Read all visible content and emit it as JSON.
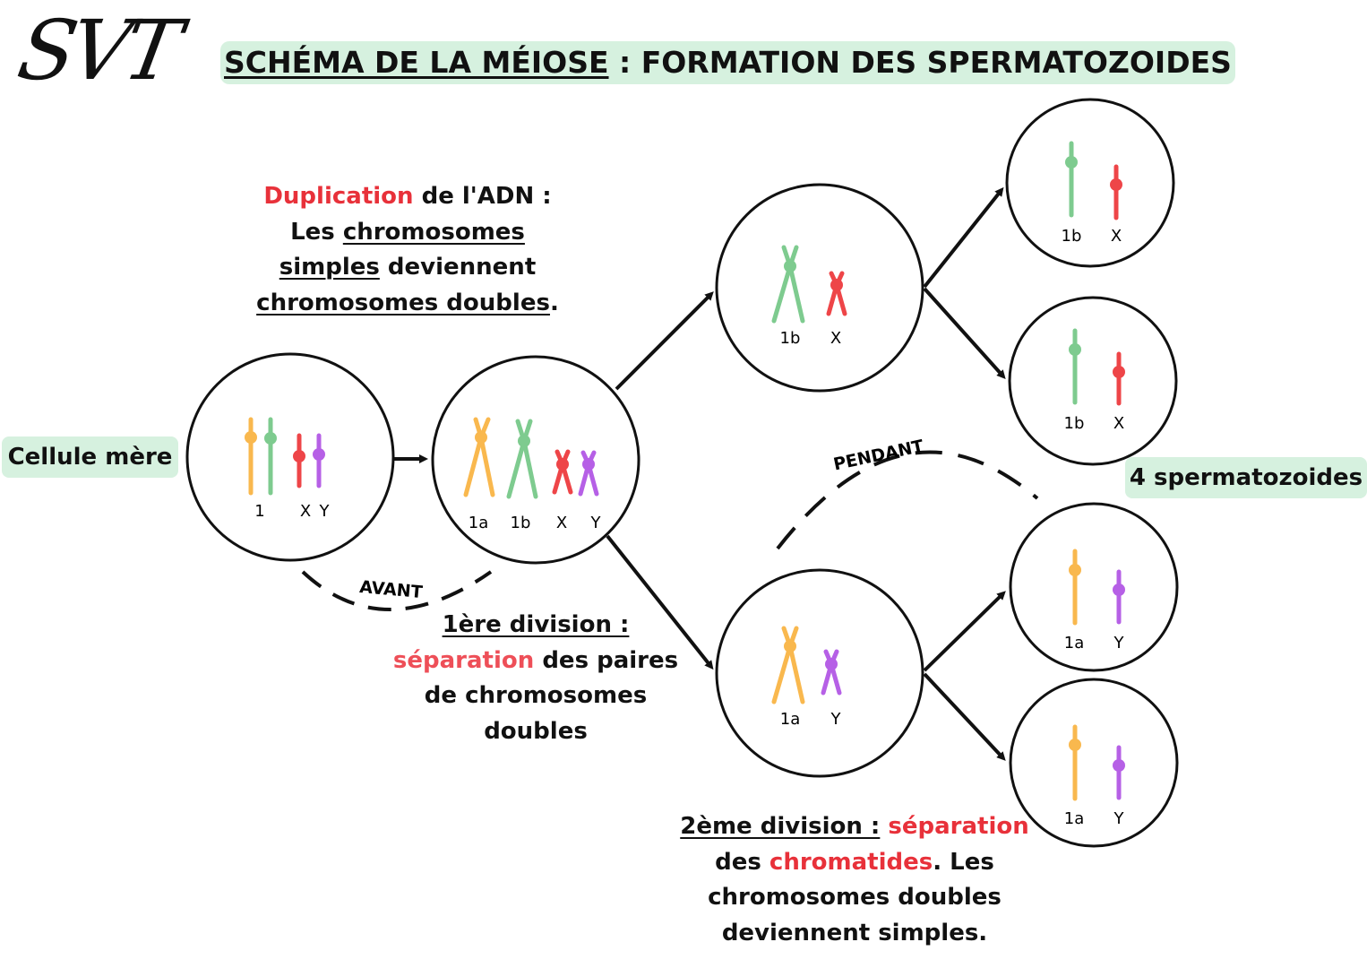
{
  "header": {
    "logo": "SVT",
    "title_part1": "SCHÉMA DE LA MÉIOSE",
    "title_sep": " : ",
    "title_part2": "FORMATION DES SPERMATOZOIDES"
  },
  "labels": {
    "mother_cell": "Cellule mère",
    "sperm_count": "4 spermatozoides",
    "avant": "AVANT",
    "pendant": "PENDANT"
  },
  "notes": {
    "duplication": {
      "word": "Duplication",
      "rest1": " de l'ADN :",
      "les": "Les ",
      "chromosomes": "chromosomes",
      "simples": "simples",
      "deviennent": " deviennent",
      "doubles": "chromosomes doubles",
      "dot": "."
    },
    "first_division": {
      "heading": "1ère division :",
      "sep_word": "séparation",
      "rest": " des paires",
      "line3": "de chromosomes",
      "line4": "doubles"
    },
    "second_division": {
      "heading": "2ème division :",
      "sep_word": "séparation",
      "des": "des ",
      "chromatides": "chromatides",
      "les": ". Les",
      "line3": "chromosomes doubles",
      "line4": "deviennent simples."
    }
  },
  "cells": {
    "mother": {
      "label1": "1",
      "labelX": "X",
      "labelY": "Y"
    },
    "duplicated": {
      "l1": "1a",
      "l2": "1b",
      "l3": "X",
      "l4": "Y"
    },
    "daughter_top": {
      "l1": "1b",
      "l2": "X"
    },
    "daughter_bottom": {
      "l1": "1a",
      "l2": "Y"
    },
    "sperm1": {
      "l1": "1b",
      "l2": "X"
    },
    "sperm2": {
      "l1": "1b",
      "l2": "X"
    },
    "sperm3": {
      "l1": "1a",
      "l2": "Y"
    },
    "sperm4": {
      "l1": "1a",
      "l2": "Y"
    }
  },
  "colors": {
    "orange": "#f9b84e",
    "green": "#7ecb8f",
    "red": "#ee4548",
    "purple": "#b660e6",
    "highlight": "#d6f1df",
    "emphasis": "#e8313a"
  }
}
